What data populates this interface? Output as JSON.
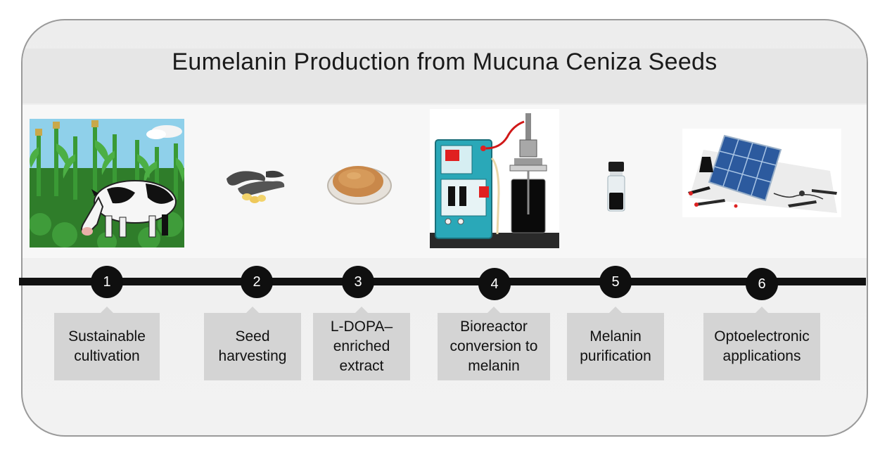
{
  "title": "Eumelanin Production from Mucuna Ceniza Seeds",
  "colors": {
    "timeline": "#111111",
    "step_circle": "#0f0f0f",
    "label_box": "#d4d4d4",
    "card_background": "#efefef"
  },
  "steps": [
    {
      "number": "1",
      "label": "Sustainable cultivation",
      "icon": "cow-in-cornfield-illustration"
    },
    {
      "number": "2",
      "label": "Seed harvesting",
      "icon": "mucuna-pods-and-seeds-illustration"
    },
    {
      "number": "3",
      "label": "L-DOPA–enriched extract",
      "icon": "extract-dish-illustration"
    },
    {
      "number": "4",
      "label": "Bioreactor conversion to melanin",
      "icon": "bioreactor-illustration"
    },
    {
      "number": "5",
      "label": "Melanin purification",
      "icon": "melanin-vial-illustration"
    },
    {
      "number": "6",
      "label": "Optoelectronic applications",
      "icon": "solar-panel-devices-illustration"
    }
  ]
}
